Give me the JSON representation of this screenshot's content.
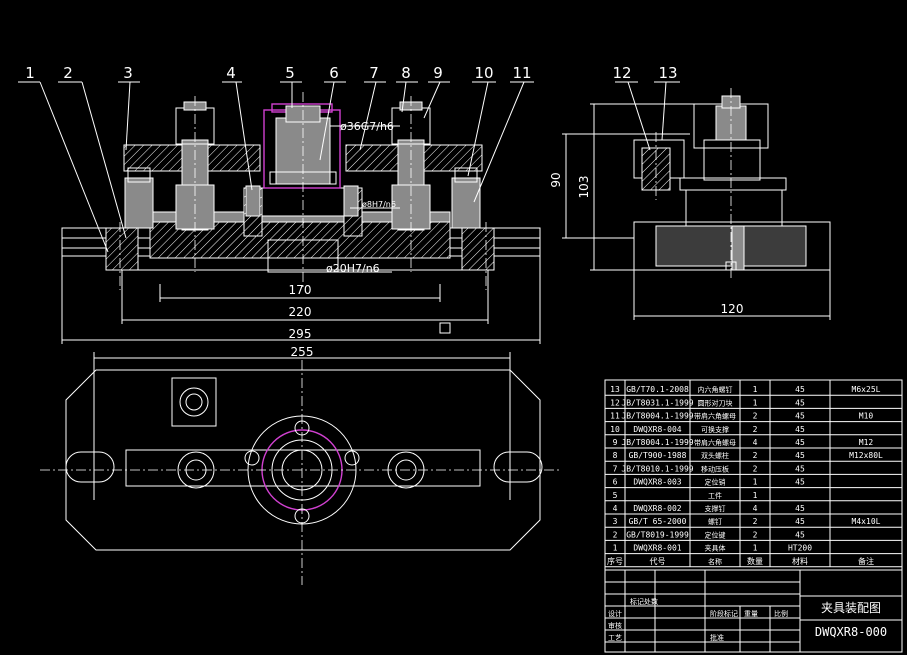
{
  "balloons": [
    "1",
    "2",
    "3",
    "4",
    "5",
    "6",
    "7",
    "8",
    "9",
    "10",
    "11",
    "12",
    "13"
  ],
  "front_view": {
    "fit_main": "ø36G7/h6",
    "fit_pin": "ø8H7/n6",
    "fit_bottom": "ø20H7/n6",
    "dim_170": "170",
    "dim_220": "220",
    "dim_295": "295"
  },
  "side_view": {
    "dim_90": "90",
    "dim_103": "103",
    "dim_120": "120"
  },
  "top_view": {
    "dim_255": "255"
  },
  "parts_list": {
    "rows": [
      {
        "no": "13",
        "std": "GB/T70.1-2008",
        "name": "内六角螺钉",
        "qty": "1",
        "mat": "45",
        "note": "M6x25L"
      },
      {
        "no": "12",
        "std": "JB/T8031.1-1999",
        "name": "圆形对刀块",
        "qty": "1",
        "mat": "45",
        "note": ""
      },
      {
        "no": "11",
        "std": "JB/T8004.1-1999",
        "name": "带肩六角螺母",
        "qty": "2",
        "mat": "45",
        "note": "M10"
      },
      {
        "no": "10",
        "std": "DWQXR8-004",
        "name": "可换支撑",
        "qty": "2",
        "mat": "45",
        "note": ""
      },
      {
        "no": "9",
        "std": "JB/T8004.1-1999",
        "name": "带肩六角螺母",
        "qty": "4",
        "mat": "45",
        "note": "M12"
      },
      {
        "no": "8",
        "std": "GB/T900-1988",
        "name": "双头螺柱",
        "qty": "2",
        "mat": "45",
        "note": "M12x80L"
      },
      {
        "no": "7",
        "std": "JB/T8010.1-1999",
        "name": "移动压板",
        "qty": "2",
        "mat": "45",
        "note": ""
      },
      {
        "no": "6",
        "std": "DWQXR8-003",
        "name": "定位销",
        "qty": "1",
        "mat": "45",
        "note": ""
      },
      {
        "no": "5",
        "std": "",
        "name": "工件",
        "qty": "1",
        "mat": "",
        "note": ""
      },
      {
        "no": "4",
        "std": "DWQXR8-002",
        "name": "支撑钉",
        "qty": "4",
        "mat": "45",
        "note": ""
      },
      {
        "no": "3",
        "std": "GB/T 65-2000",
        "name": "螺钉",
        "qty": "2",
        "mat": "45",
        "note": "M4x10L"
      },
      {
        "no": "2",
        "std": "GB/T8019-1999",
        "name": "定位键",
        "qty": "2",
        "mat": "45",
        "note": ""
      },
      {
        "no": "1",
        "std": "DWQXR8-001",
        "name": "夹具体",
        "qty": "1",
        "mat": "HT200",
        "note": ""
      }
    ],
    "header": {
      "no": "序号",
      "std": "代号",
      "name": "名称",
      "qty": "数量",
      "mat": "材料",
      "note": "备注"
    }
  },
  "title_block": {
    "drawing_title": "夹具装配图",
    "drawing_number": "DWQXR8-000",
    "label_sign": "标记处数",
    "label_design": "设计",
    "label_review": "审核",
    "label_process": "工艺",
    "label_stage": "阶段标记",
    "label_weight": "重量",
    "label_scale": "比例",
    "label_approve": "批准"
  }
}
